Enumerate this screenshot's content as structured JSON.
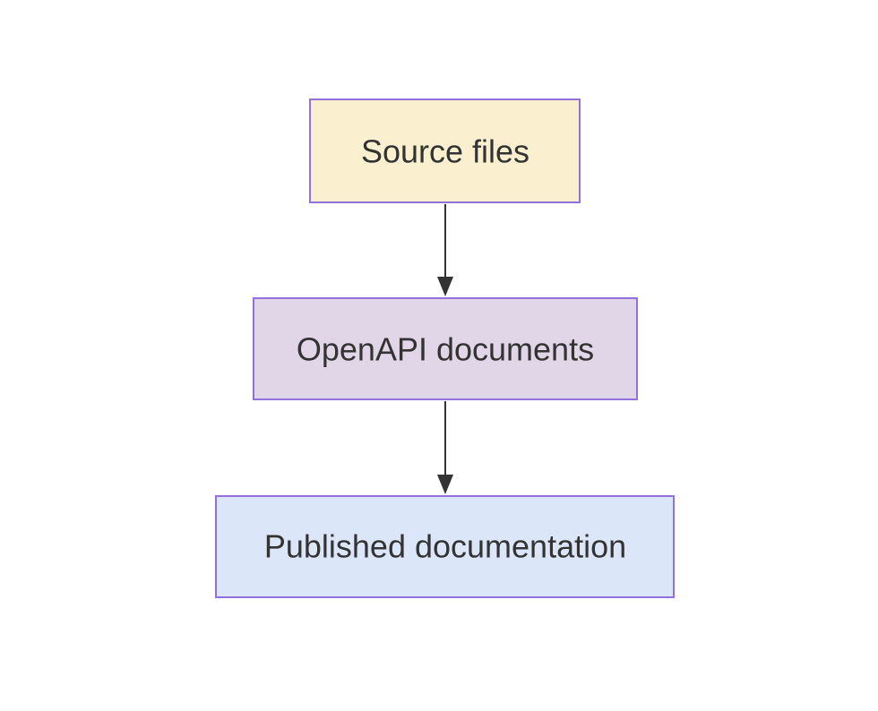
{
  "diagram": {
    "type": "flowchart-top-down",
    "background_color": "#ffffff",
    "text_color": "#333333",
    "edge_color": "#333333",
    "node_border_color": "#9370db",
    "nodes": [
      {
        "id": "source-files",
        "label": "Source files",
        "fill_color": "#faf0cf"
      },
      {
        "id": "openapi-documents",
        "label": "OpenAPI documents",
        "fill_color": "#e0d6e8"
      },
      {
        "id": "published-documentation",
        "label": "Published documentation",
        "fill_color": "#dbe6f8"
      }
    ],
    "edges": [
      {
        "from": "source-files",
        "to": "openapi-documents",
        "style": "solid-arrow-down"
      },
      {
        "from": "openapi-documents",
        "to": "published-documentation",
        "style": "solid-arrow-down"
      }
    ]
  }
}
